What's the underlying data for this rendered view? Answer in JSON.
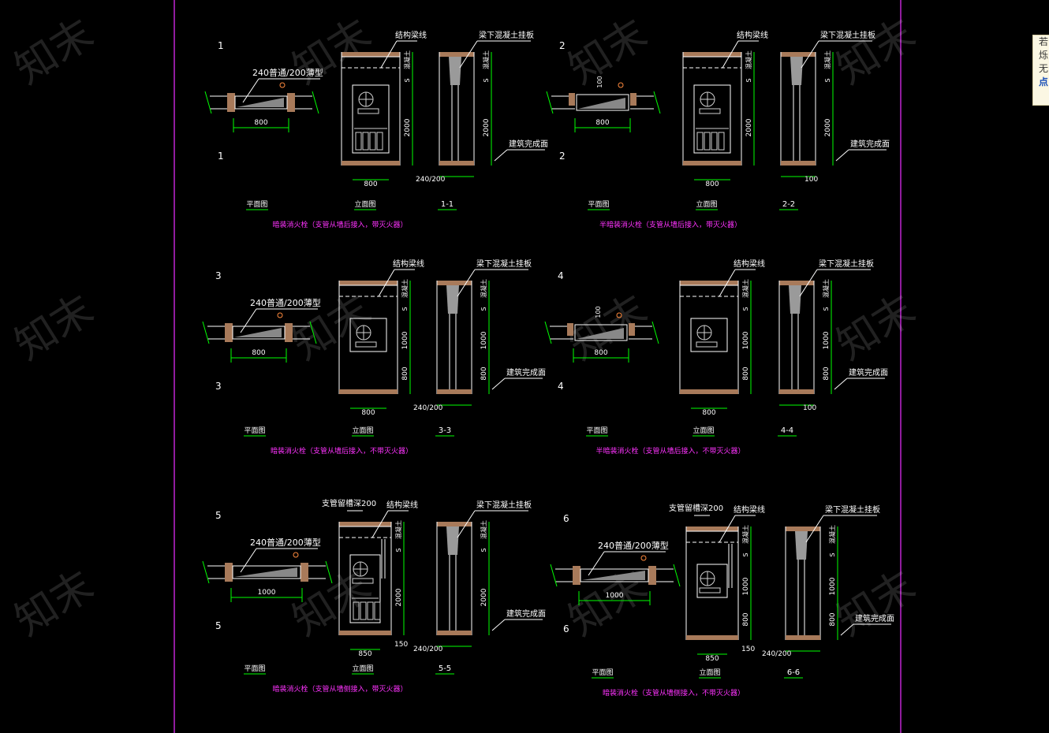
{
  "labels": {
    "struct_beam": "结构梁线",
    "hanging_panel": "梁下混凝土挂板",
    "finish_floor": "建筑完成面",
    "wall_type": "240普通/200薄型",
    "branch_groove": "支管留槽深200",
    "plan": "平面图",
    "elevation": "立面图",
    "mix": "混凝土",
    "dim_240_200": "240/200",
    "dim_100": "100",
    "dim_150": "150",
    "dim_s": "S",
    "dim_2000": "2000",
    "dim_1000": "1000",
    "dim_800": "800",
    "dim_850": "850"
  },
  "details": [
    {
      "id": "1",
      "width_label": "800",
      "section_label": "1-1",
      "caption": "暗装消火栓（支管从墙后接入，带灭火器）"
    },
    {
      "id": "2",
      "width_label": "800",
      "section_label": "2-2",
      "caption": "半暗装消火栓（支管从墙后接入，带灭火器）"
    },
    {
      "id": "3",
      "width_label": "800",
      "section_label": "3-3",
      "caption": "暗装消火栓（支管从墙后接入，不带灭火器）"
    },
    {
      "id": "4",
      "width_label": "800",
      "section_label": "4-4",
      "caption": "半暗装消火栓（支管从墙后接入，不带灭火器）"
    },
    {
      "id": "5",
      "width_label": "1000",
      "section_label": "5-5",
      "caption": "暗装消火栓（支管从墙侧接入，带灭火器）"
    },
    {
      "id": "6",
      "width_label": "1000",
      "section_label": "6-6",
      "caption": "暗装消火栓（支管从墙侧接入，不带灭火器）"
    }
  ],
  "watermark": "知末",
  "side_panel": {
    "line1": "若",
    "line2": "烁",
    "line3": "无",
    "link": "点"
  },
  "colors": {
    "background": "#000000",
    "border": "#c026d3",
    "line": "#00ff00",
    "text": "#ffffff",
    "caption": "#ff33ff",
    "wall": "#a87a5a",
    "concrete": "#9a9a9a",
    "door": "#d0d0d0"
  }
}
